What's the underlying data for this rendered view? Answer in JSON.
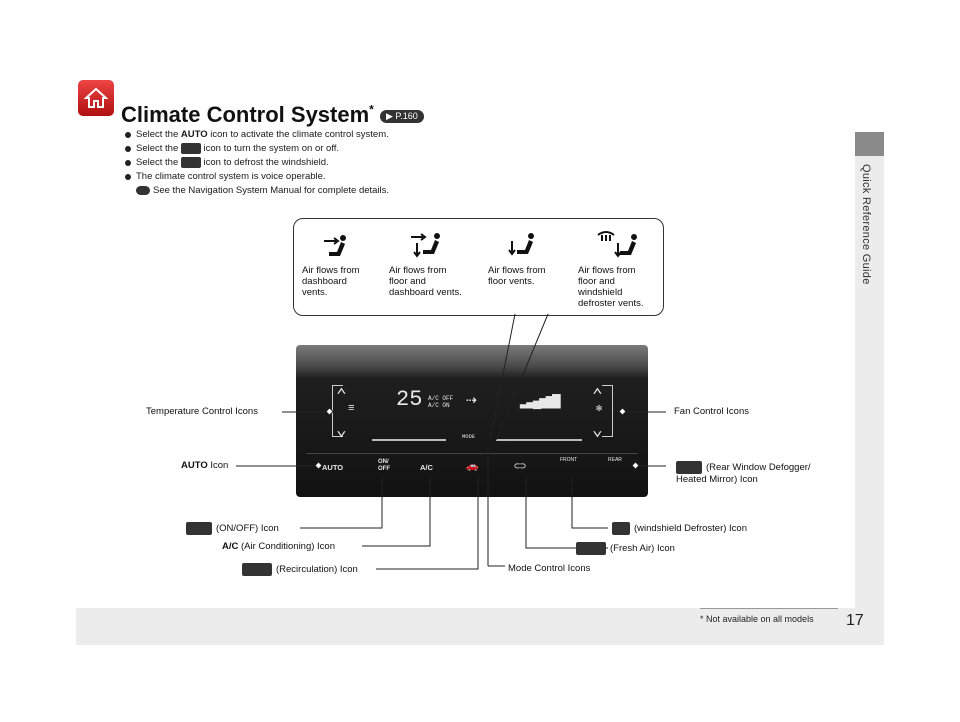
{
  "side_title": "Quick Reference Guide",
  "page_number": "17",
  "footnote": "* Not available on all models",
  "title": "Climate Control System",
  "title_mark": "*",
  "page_ref": "P.160",
  "bullets": [
    {
      "pre": "Select the ",
      "bold": "AUTO",
      "post": " icon to activate the climate control system."
    },
    {
      "pre": "Select the ",
      "icon": "on-off",
      "post": " icon to turn the system on or off."
    },
    {
      "pre": "Select the ",
      "icon": "front-defrost",
      "post": " icon to defrost the windshield."
    },
    {
      "pre": "The climate control system is voice operable.",
      "bold": "",
      "post": ""
    }
  ],
  "sub_note": "See the Navigation System Manual for complete details.",
  "modes": [
    {
      "text": "Air flows from\ndashboard\nvents."
    },
    {
      "text": "Air flows from\nfloor and\ndashboard vents."
    },
    {
      "text": "Air flows from\nfloor vents."
    },
    {
      "text": "Air flows from\nfloor and\nwindshield\ndefroster vents."
    }
  ],
  "panel": {
    "temp": "25",
    "ac_off": "A/C OFF",
    "ac_on": "A/C ON",
    "mode": "MODE",
    "auto": "AUTO",
    "onoff": "ON/\nOFF",
    "ac": "A/C",
    "front": "FRONT",
    "rear": "REAR"
  },
  "labels": {
    "temperature": "Temperature Control Icons",
    "fan": "Fan Control Icons",
    "auto_bold": "AUTO",
    "auto": " Icon",
    "rear_defogger": "(Rear Window Defogger/\nHeated Mirror) Icon",
    "onoff": "(ON/OFF) Icon",
    "ac_bold": "A/C",
    "ac": " (Air Conditioning) Icon",
    "recirculation": "(Recirculation) Icon",
    "windshield": "(windshield Defroster) Icon",
    "fresh_air": "(Fresh Air) Icon",
    "mode": "Mode Control Icons"
  },
  "colors": {
    "home": "#cc1f1f",
    "panel": "#141414"
  }
}
